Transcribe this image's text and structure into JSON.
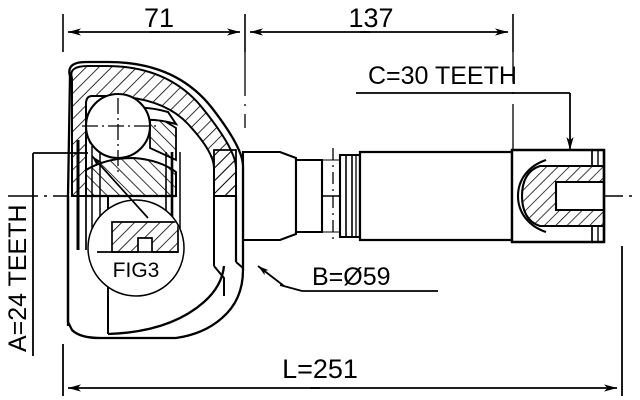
{
  "drawing": {
    "title": "CV Joint Technical Cross-Section Drawing",
    "dimensions": {
      "span_inner": "71",
      "span_outer": "137",
      "overall_length": "L=251"
    },
    "labels": {
      "spline_inner": "A=24 TEETH",
      "diameter": "B=Ø59",
      "spline_outer": "C=30 TEETH",
      "figure_tag": "FIG3"
    },
    "colors": {
      "line": "#000000",
      "background": "#ffffff"
    }
  }
}
